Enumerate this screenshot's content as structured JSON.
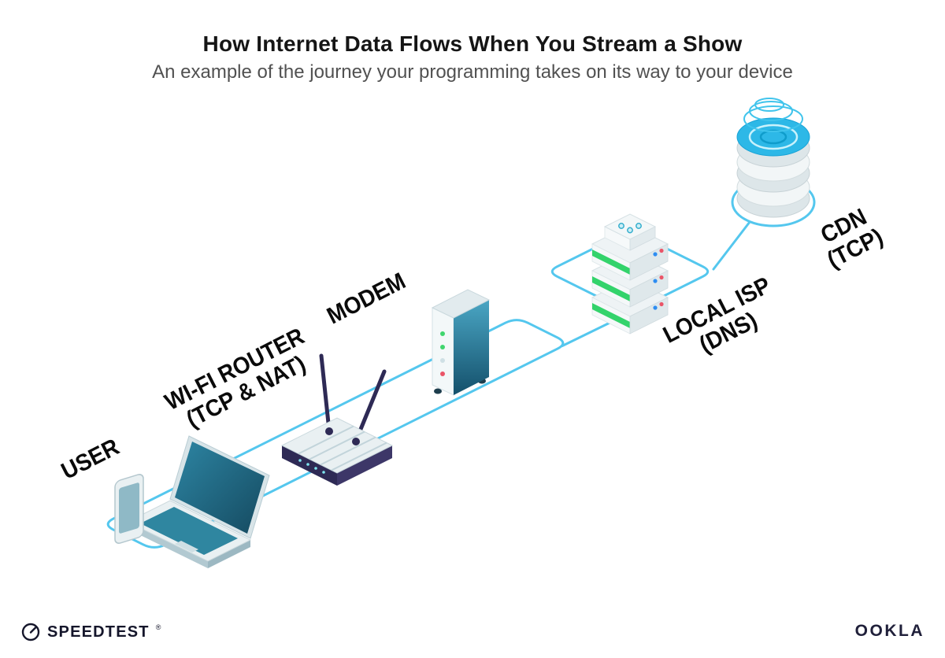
{
  "header": {
    "title": "How Internet Data Flows When You Stream a Show",
    "subtitle": "An example of the journey your programming takes on its way to your device"
  },
  "diagram": {
    "nodes": [
      {
        "id": "user",
        "label": "USER",
        "sublabel": "",
        "device": "smartphone-and-laptop"
      },
      {
        "id": "wifi-router",
        "label": "WI-FI ROUTER",
        "sublabel": "(TCP & NAT)",
        "device": "wireless-router"
      },
      {
        "id": "modem",
        "label": "MODEM",
        "sublabel": "",
        "device": "modem-tower"
      },
      {
        "id": "local-isp",
        "label": "LOCAL ISP",
        "sublabel": "(DNS)",
        "device": "server-stack"
      },
      {
        "id": "cdn",
        "label": "CDN",
        "sublabel": "(TCP)",
        "device": "database-stack"
      }
    ],
    "flow": [
      "user",
      "wifi-router",
      "modem",
      "local-isp",
      "cdn"
    ],
    "colors": {
      "path": "#54c7ee",
      "deviceTeal": "#1f6a84",
      "deviceIndigo": "#2e2a55",
      "ledGreen": "#33d36b",
      "ledRed": "#ea5568",
      "ledBlue": "#2e8df2",
      "cdnCyan": "#2db8e7"
    }
  },
  "footer": {
    "speedtest_label": "SPEEDTEST",
    "speedtest_mark": "®",
    "ookla_label": "OOKLA"
  }
}
